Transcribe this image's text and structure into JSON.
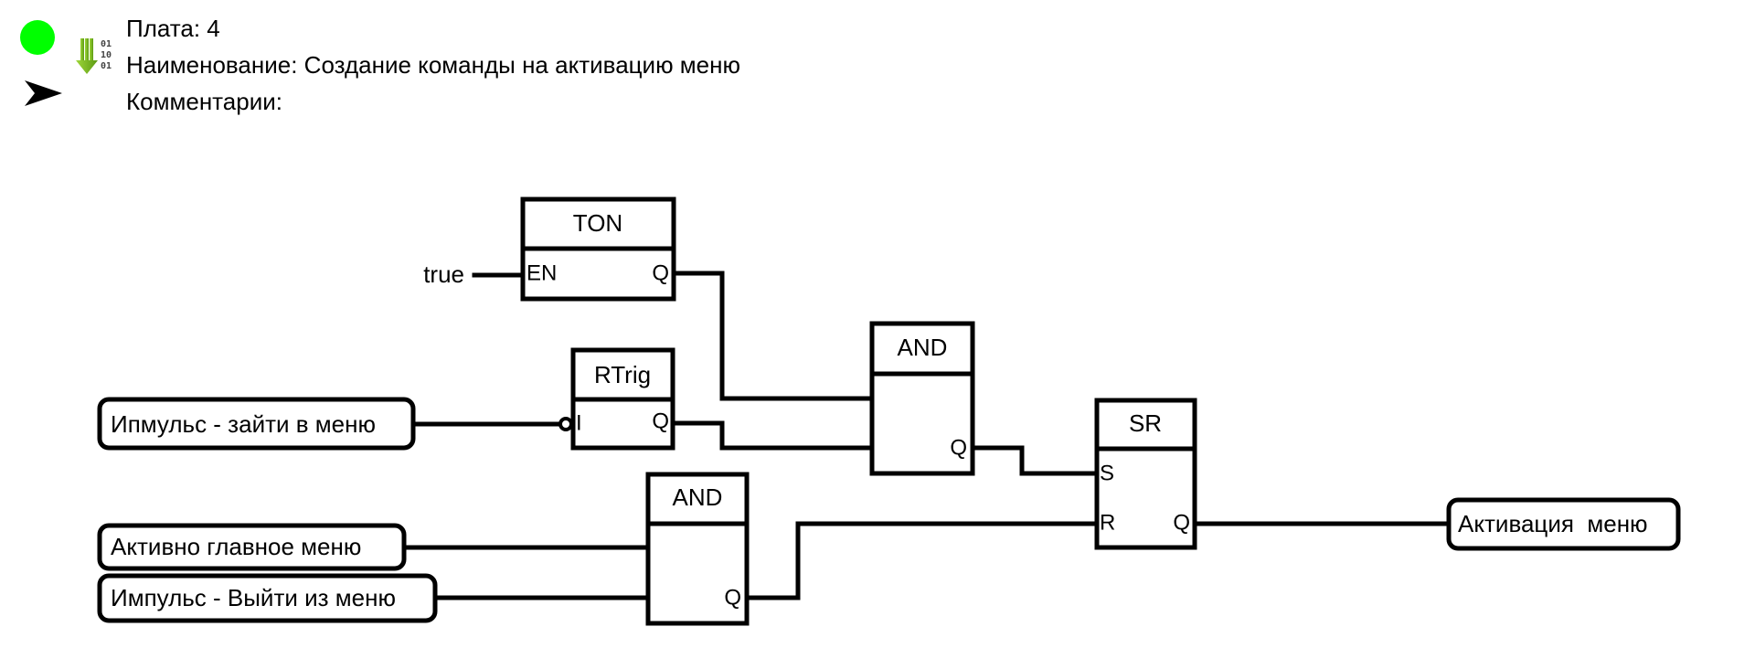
{
  "header": {
    "status_color": "#00ff00",
    "board_label": "Плата: 4",
    "name_label": "Наименование: Создание команды на активацию меню",
    "comment_label": "Комментарии:",
    "icons": {
      "status": "status-indicator-icon",
      "download": "download-binary-icon",
      "pointer": "arrow-pointer-icon"
    }
  },
  "diagram": {
    "constant_true": "true",
    "blocks": {
      "ton": {
        "title": "TON",
        "in1": "EN",
        "out": "Q"
      },
      "rtrig": {
        "title": "RTrig",
        "in1": "I",
        "out": "Q"
      },
      "and1": {
        "title": "AND",
        "out": "Q"
      },
      "and2": {
        "title": "AND",
        "out": "Q"
      },
      "sr": {
        "title": "SR",
        "in1": "S",
        "in2": "R",
        "out": "Q"
      }
    },
    "inputs": {
      "enter_menu": "Ипмульс - зайти в меню",
      "main_menu_active": "Активно главное меню",
      "exit_menu": "Импульс - Выйти из меню"
    },
    "outputs": {
      "menu_activation": "Активация  меню"
    }
  }
}
